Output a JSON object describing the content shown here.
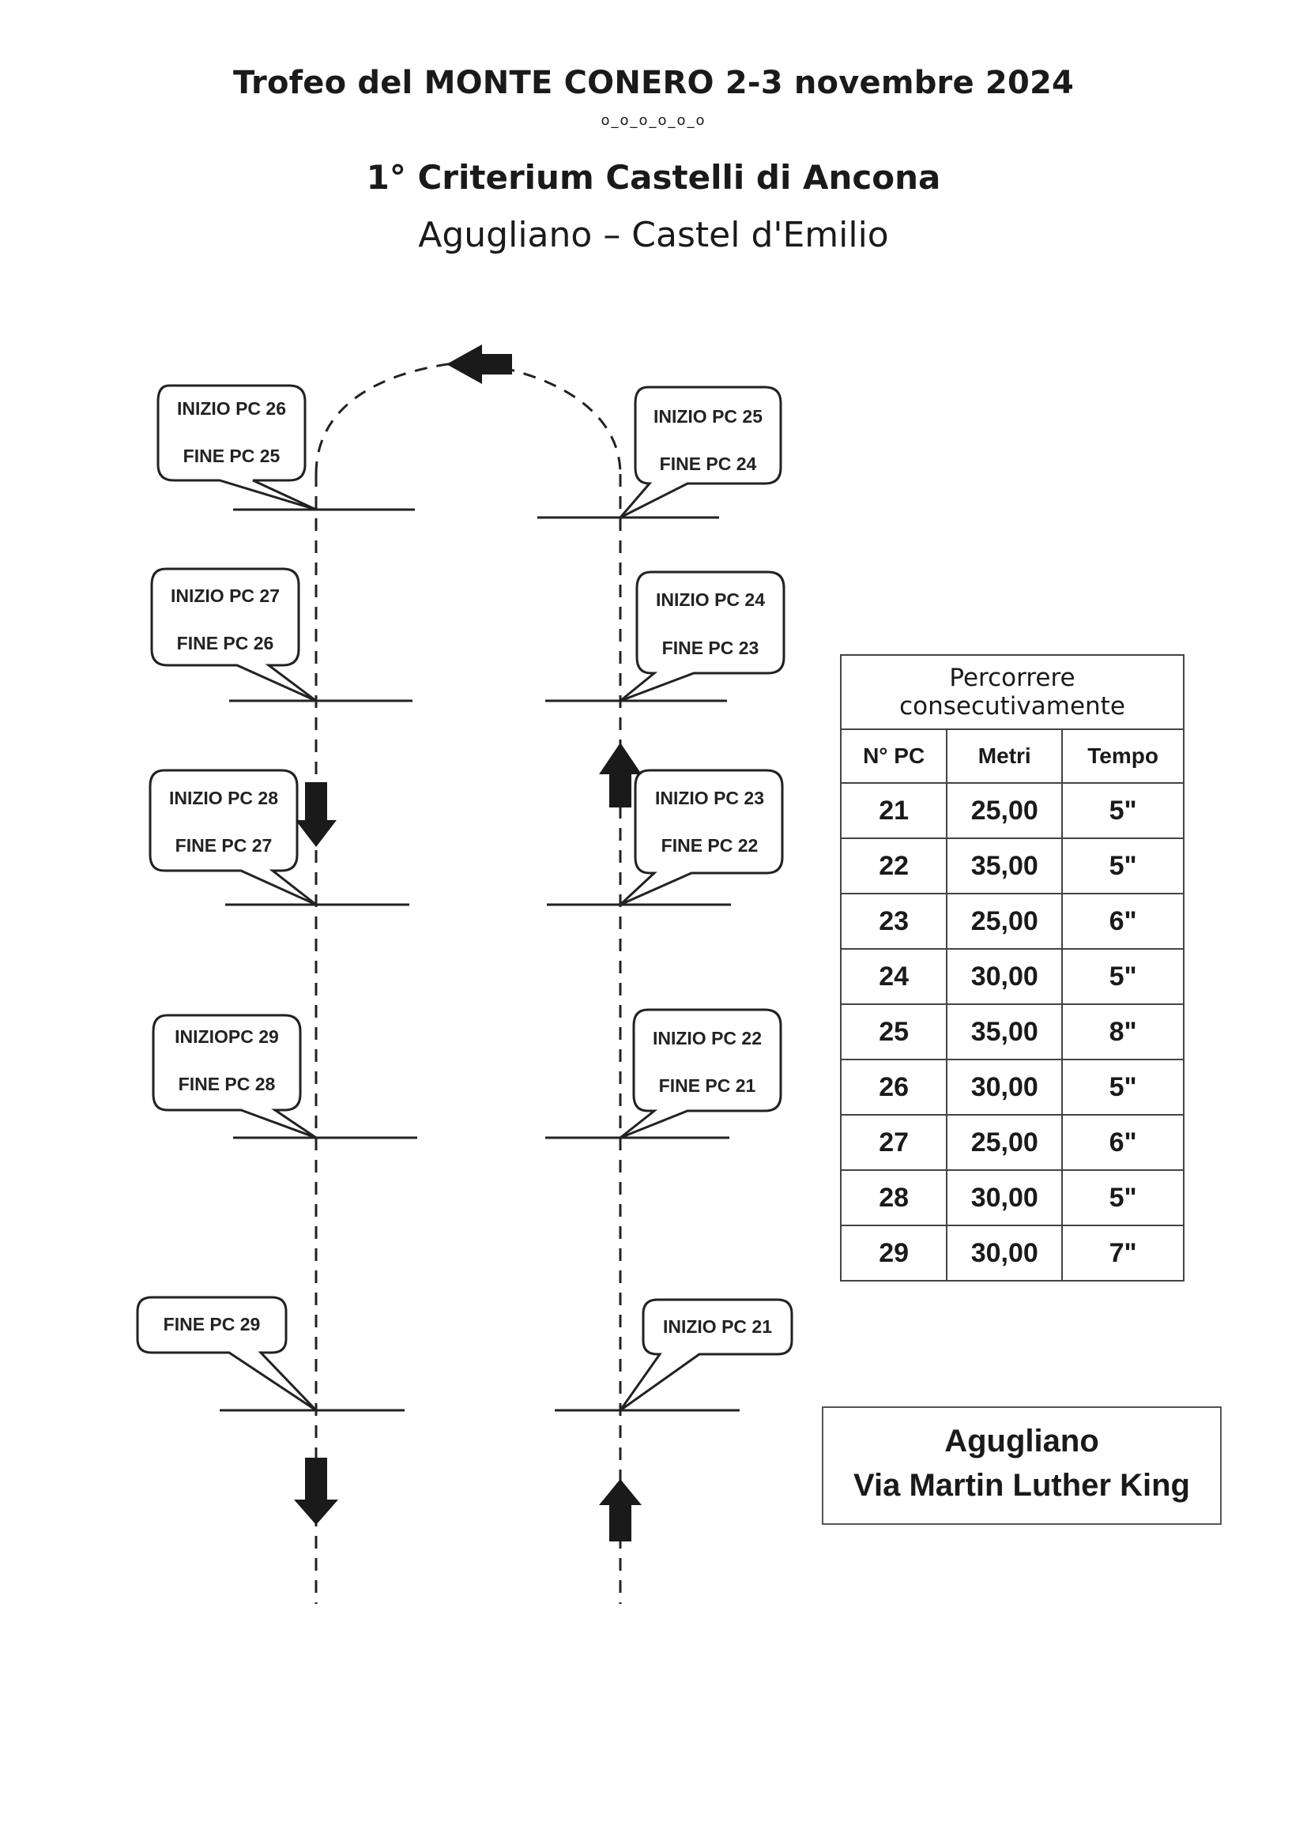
{
  "header": {
    "title": "Trofeo del MONTE CONERO 2-3 novembre 2024",
    "dots": "o_o_o_o_o_o",
    "subtitle": "1° Criterium Castelli di Ancona",
    "location": "Agugliano – Castel d'Emilio"
  },
  "callouts": {
    "left": [
      {
        "l1": "INIZIO PC 26",
        "l2": "FINE PC 25"
      },
      {
        "l1": "INIZIO PC 27",
        "l2": "FINE PC 26"
      },
      {
        "l1": "INIZIO PC 28",
        "l2": "FINE PC 27"
      },
      {
        "l1": "INIZIOPC 29",
        "l2": "FINE PC 28"
      },
      {
        "l1": "FINE PC 29",
        "l2": ""
      }
    ],
    "right": [
      {
        "l1": "INIZIO PC 25",
        "l2": "FINE PC 24"
      },
      {
        "l1": "INIZIO PC 24",
        "l2": "FINE PC 23"
      },
      {
        "l1": "INIZIO PC 23",
        "l2": "FINE  PC 22"
      },
      {
        "l1": "INIZIO PC 22",
        "l2": "FINE PC 21"
      },
      {
        "l1": "INIZIO PC 21",
        "l2": ""
      }
    ]
  },
  "table": {
    "caption": "Percorrere consecutivamente",
    "headers": [
      "N° PC",
      "Metri",
      "Tempo"
    ],
    "rows": [
      [
        "21",
        "25,00",
        "5\""
      ],
      [
        "22",
        "35,00",
        "5\""
      ],
      [
        "23",
        "25,00",
        "6\""
      ],
      [
        "24",
        "30,00",
        "5\""
      ],
      [
        "25",
        "35,00",
        "8\""
      ],
      [
        "26",
        "30,00",
        "5\""
      ],
      [
        "27",
        "25,00",
        "6\""
      ],
      [
        "28",
        "30,00",
        "5\""
      ],
      [
        "29",
        "30,00",
        "7\""
      ]
    ]
  },
  "place": {
    "line1": "Agugliano",
    "line2": "Via Martin Luther King"
  },
  "icons": {
    "direction_arrows": [
      "arrow-left-icon",
      "arrow-down-icon",
      "arrow-up-icon",
      "arrow-down-icon",
      "arrow-up-icon"
    ]
  }
}
